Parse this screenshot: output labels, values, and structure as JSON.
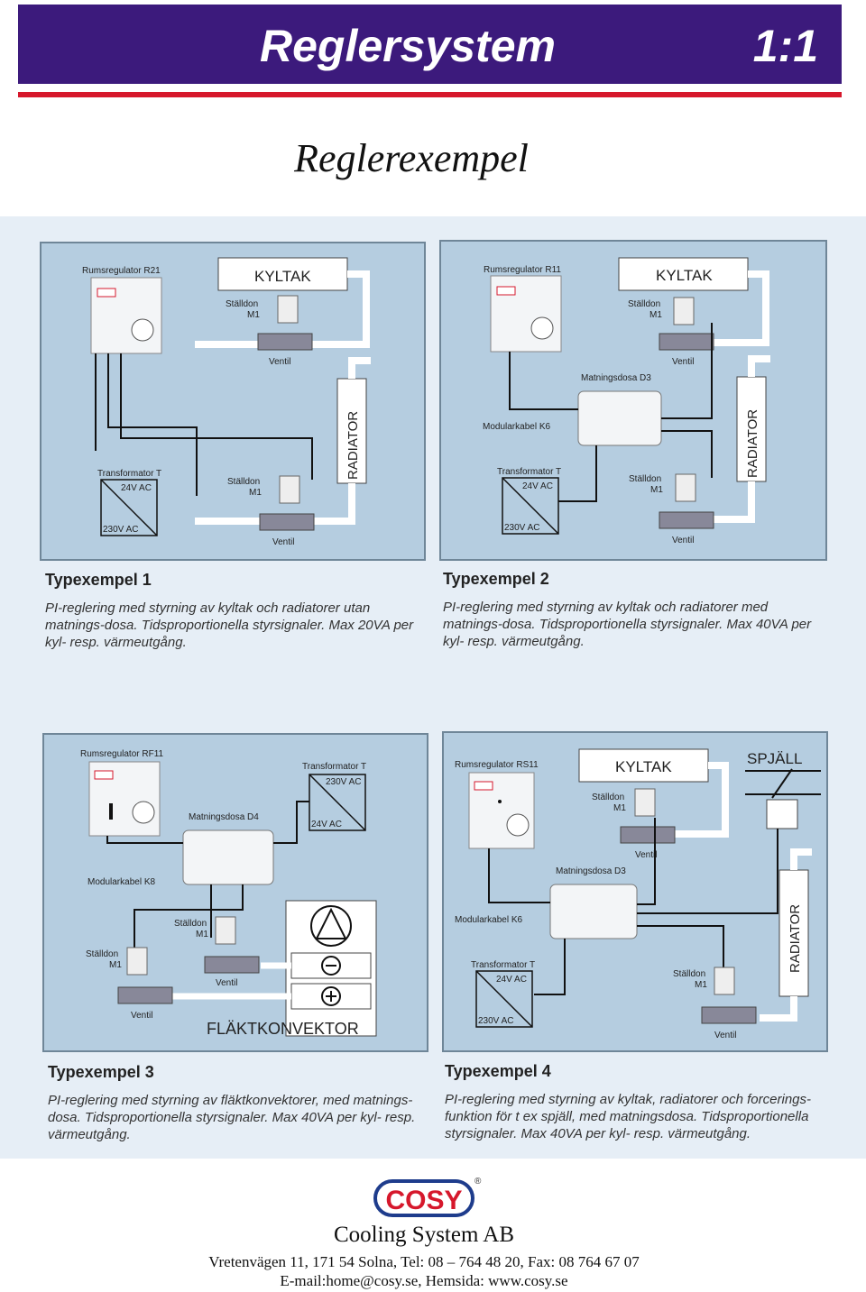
{
  "header": {
    "title": "Reglersystem",
    "page": "1:1"
  },
  "subtitle": "Reglerexempel",
  "examples": [
    {
      "heading": "Typexempel 1",
      "description": "PI-reglering med styrning av kyltak och radiatorer utan matnings-dosa. Tidsproportionella styrsignaler. Max 20VA per kyl- resp. värmeutgång.",
      "labels": {
        "regulator": "Rumsregulator R21",
        "kyltak": "KYLTAK",
        "stalldon": "Ställdon",
        "m1": "M1",
        "ventil": "Ventil",
        "radiator": "RADIATOR",
        "transformator": "Transformator T",
        "v24": "24V AC",
        "v230": "230V AC"
      }
    },
    {
      "heading": "Typexempel 2",
      "description": "PI-reglering med styrning av kyltak och radiatorer med matnings-dosa. Tidsproportionella styrsignaler. Max 40VA per kyl- resp. värmeutgång.",
      "labels": {
        "regulator": "Rumsregulator R11",
        "kyltak": "KYLTAK",
        "stalldon": "Ställdon",
        "m1": "M1",
        "ventil": "Ventil",
        "radiator": "RADIATOR",
        "matningsdosa": "Matningsdosa D3",
        "modularkabel": "Modularkabel K6",
        "transformator": "Transformator T",
        "v24": "24V AC",
        "v230": "230V AC"
      }
    },
    {
      "heading": "Typexempel 3",
      "description": "PI-reglering med styrning av fläktkonvektorer, med matnings-dosa. Tidsproportionella styrsignaler. Max 40VA per kyl- resp. värmeutgång.",
      "labels": {
        "regulator": "Rumsregulator RF11",
        "transformator": "Transformator T",
        "v230": "230V AC",
        "v24": "24V AC",
        "matningsdosa": "Matningsdosa D4",
        "modularkabel": "Modularkabel K8",
        "stalldon": "Ställdon",
        "m1": "M1",
        "ventil": "Ventil",
        "flaktkonvektor": "FLÄKTKONVEKTOR"
      }
    },
    {
      "heading": "Typexempel 4",
      "description": "PI-reglering med styrning av kyltak, radiatorer och forcerings-funktion för t ex spjäll, med matningsdosa. Tidsproportionella styrsignaler. Max 40VA per kyl- resp. värmeutgång.",
      "labels": {
        "regulator": "Rumsregulator RS11",
        "kyltak": "KYLTAK",
        "spjall": "SPJÄLL",
        "stalldon": "Ställdon",
        "m1": "M1",
        "ventil": "Ventil",
        "matningsdosa": "Matningsdosa D3",
        "modularkabel": "Modularkabel K6",
        "transformator": "Transformator T",
        "v24": "24V AC",
        "v230": "230V AC",
        "radiator": "RADIATOR"
      }
    }
  ],
  "logo": {
    "text": "COSY",
    "mark": "®"
  },
  "footer": {
    "company": "Cooling System AB",
    "address": "Vretenvägen 11, 171 54 Solna, Tel: 08 – 764 48 20, Fax: 08 764 67 07",
    "contact": "E-mail:home@cosy.se, Hemsida: www.cosy.se"
  },
  "colors": {
    "header": "#3c1a7c",
    "rule": "#d6182c",
    "panel": "#b5cde0",
    "logo_red": "#d6182c",
    "logo_blue": "#1e3c8c"
  }
}
